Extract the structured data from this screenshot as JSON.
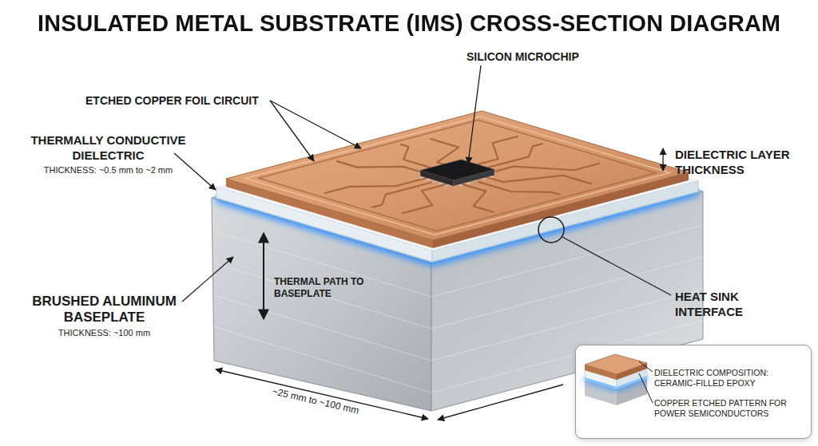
{
  "diagram": {
    "title": "INSULATED METAL SUBSTRATE (IMS) CROSS-SECTION DIAGRAM",
    "nodes": [
      {
        "text": [
          "DIELECTRIC COMPOSITION: CERAMIC-FILLED EPOXY",
          "COPPER ETCHED PATTERN FOR POWER SEMICONDUCTORS"
        ]
      }
    ],
    "labels": [
      "ETCHED COPPER FOIL CIRCUIT",
      "SILICON MICROCHIP",
      "THERMALLY CONDUCTIVE DIELECTRIC",
      "THICKNESS: ~0.5 mm to ~2 mm",
      "DIELECTRIC LAYER THICKNESS",
      "BRUSHED ALUMINUM BASEPLATE",
      "THICKNESS: ~100 mm",
      "THERMAL PATH TO BASEPLATE",
      "HEAT SINK INTERFACE",
      "~25 mm to ~100 mm"
    ]
  }
}
